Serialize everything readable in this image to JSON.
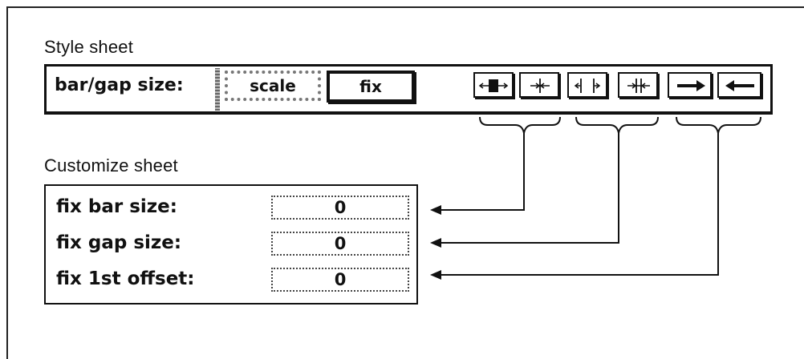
{
  "style_sheet": {
    "title": "Style sheet",
    "label": "bar/gap size:",
    "scale_button": "scale",
    "fix_button": "fix",
    "icon_buttons": [
      {
        "name": "fix-bar-size-icon"
      },
      {
        "name": "fix-bar-size-alt-icon"
      },
      {
        "name": "fix-gap-size-icon"
      },
      {
        "name": "fix-gap-size-alt-icon"
      },
      {
        "name": "arrow-right-icon"
      },
      {
        "name": "arrow-left-icon"
      }
    ]
  },
  "customize_sheet": {
    "title": "Customize sheet",
    "rows": [
      {
        "label": "fix bar size:",
        "value": "0"
      },
      {
        "label": "fix gap size:",
        "value": "0"
      },
      {
        "label": "fix 1st offset:",
        "value": "0"
      }
    ]
  }
}
